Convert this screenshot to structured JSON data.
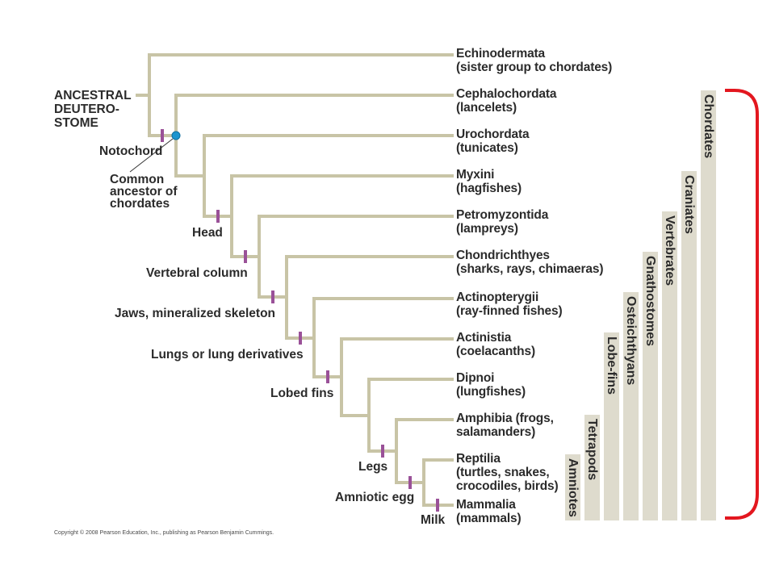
{
  "root": {
    "lines": [
      "ANCESTRAL",
      "DEUTERO-",
      "STOME"
    ]
  },
  "taxa": [
    {
      "lines": [
        "Echinodermata",
        "(sister group to chordates)"
      ]
    },
    {
      "lines": [
        "Cephalochordata",
        "(lancelets)"
      ]
    },
    {
      "lines": [
        "Urochordata",
        "(tunicates)"
      ]
    },
    {
      "lines": [
        "Myxini",
        "(hagfishes)"
      ]
    },
    {
      "lines": [
        "Petromyzontida",
        "(lampreys)"
      ]
    },
    {
      "lines": [
        "Chondrichthyes",
        "(sharks, rays, chimaeras)"
      ]
    },
    {
      "lines": [
        "Actinopterygii",
        "(ray-finned fishes)"
      ]
    },
    {
      "lines": [
        "Actinistia",
        "(coelacanths)"
      ]
    },
    {
      "lines": [
        "Dipnoi",
        "(lungfishes)"
      ]
    },
    {
      "lines": [
        "Amphibia (frogs,",
        "salamanders)"
      ]
    },
    {
      "lines": [
        "Reptilia",
        "(turtles, snakes,",
        "crocodiles, birds)"
      ]
    },
    {
      "lines": [
        "Mammalia",
        "(mammals)"
      ]
    }
  ],
  "derived_characters": [
    "Notochord",
    "Head",
    "Vertebral column",
    "Jaws, mineralized skeleton",
    "Lungs or lung derivatives",
    "Lobed fins",
    "Legs",
    "Amniotic egg",
    "Milk"
  ],
  "common_ancestor": {
    "lines": [
      "Common",
      "ancestor of",
      "chordates"
    ]
  },
  "clades": [
    "Chordates",
    "Craniates",
    "Vertebrates",
    "Gnathostomes",
    "Osteichthyans",
    "Lobe-fins",
    "Tetrapods",
    "Amniotes"
  ],
  "copyright": "Copyright © 2008 Pearson Education, Inc., publishing as Pearson Benjamin Cummings.",
  "colors": {
    "branch": "#c8c4a6",
    "character_mark": "#9a5198",
    "ancestor_dot": "#1c95cf",
    "clade_bar": "#dedbcd",
    "bracket": "#e3171f"
  }
}
